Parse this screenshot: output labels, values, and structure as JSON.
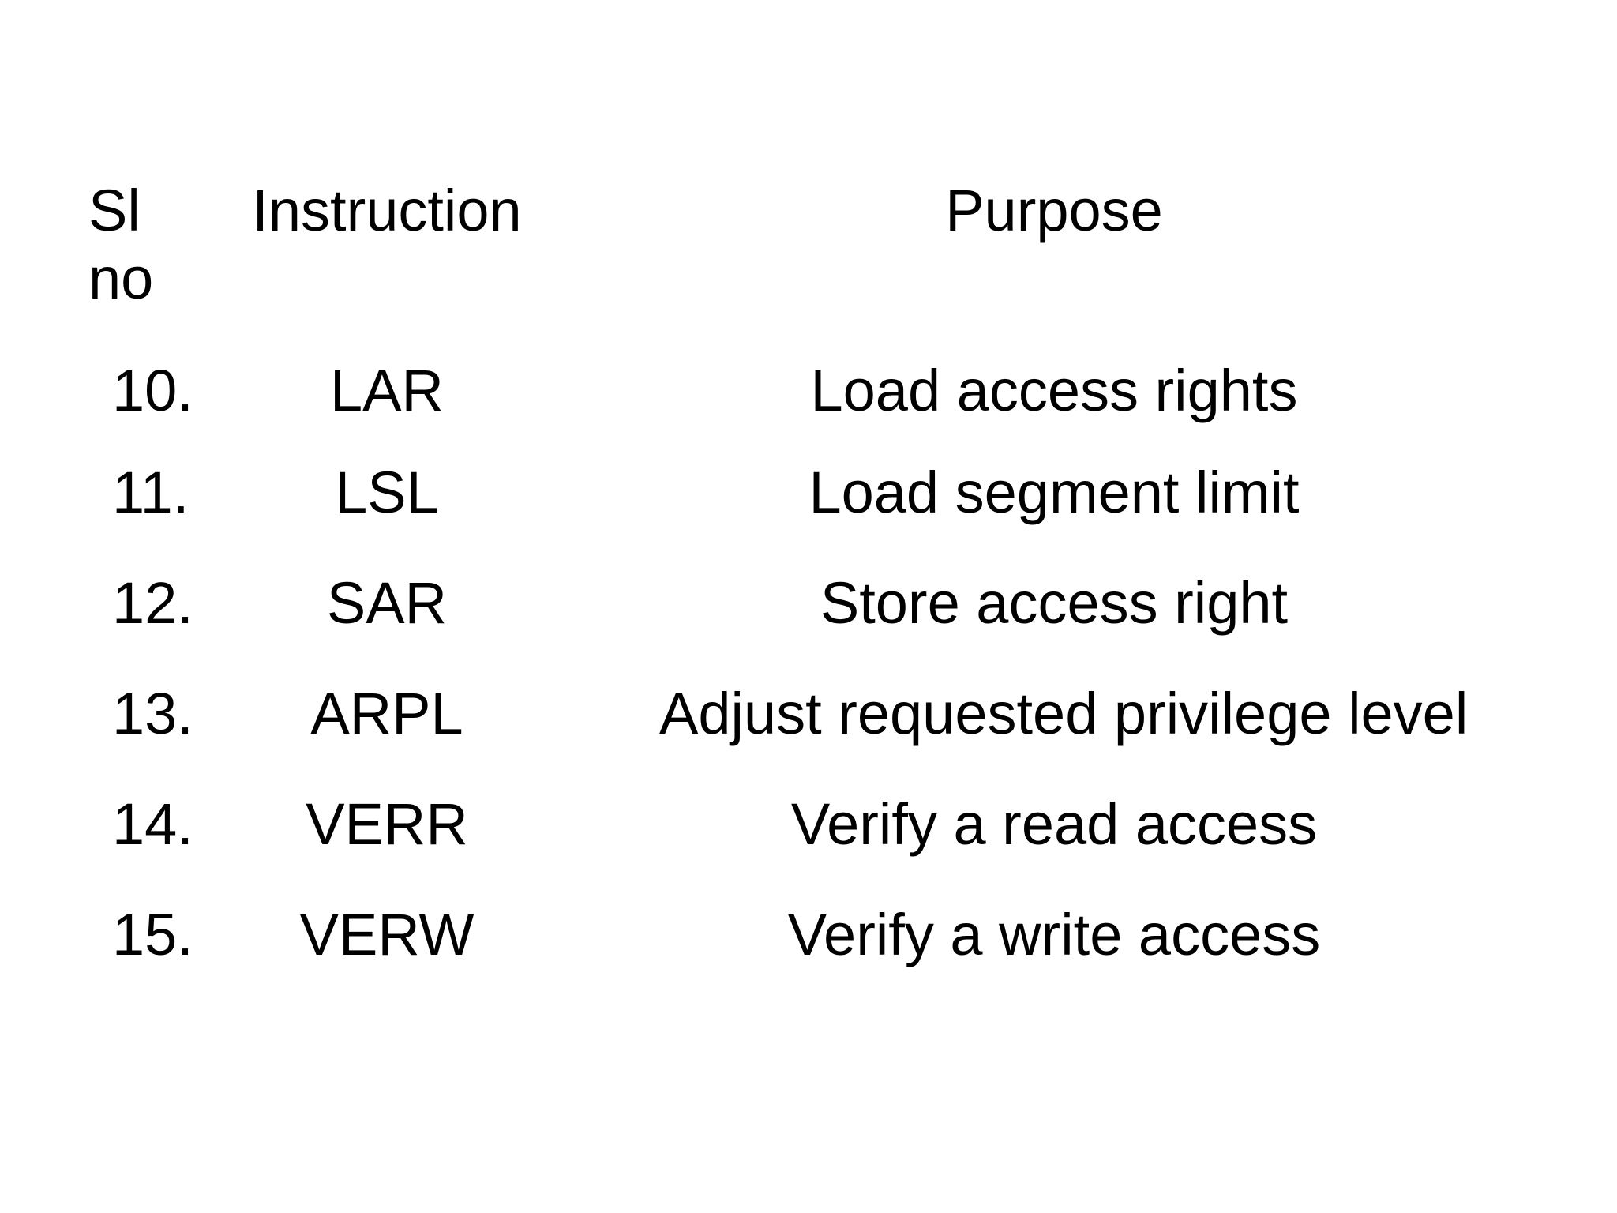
{
  "slide": {
    "background_color": "#ffffff",
    "text_color": "#000000"
  },
  "table": {
    "header": {
      "serial_line1": "Sl",
      "serial_line2": "no",
      "instruction": "Instruction",
      "purpose": "Purpose"
    },
    "rows": [
      {
        "no": "10.",
        "instruction": "LAR",
        "purpose": "Load access rights"
      },
      {
        "no": "11.",
        "instruction": "LSL",
        "purpose": "Load segment limit"
      },
      {
        "no": "12.",
        "instruction": "SAR",
        "purpose": "Store access right"
      },
      {
        "no": "13.",
        "instruction": "ARPL",
        "purpose": "Adjust requested privilege level"
      },
      {
        "no": "14.",
        "instruction": "VERR",
        "purpose": "Verify a read access"
      },
      {
        "no": "15.",
        "instruction": "VERW",
        "purpose": "Verify a write access"
      }
    ]
  }
}
